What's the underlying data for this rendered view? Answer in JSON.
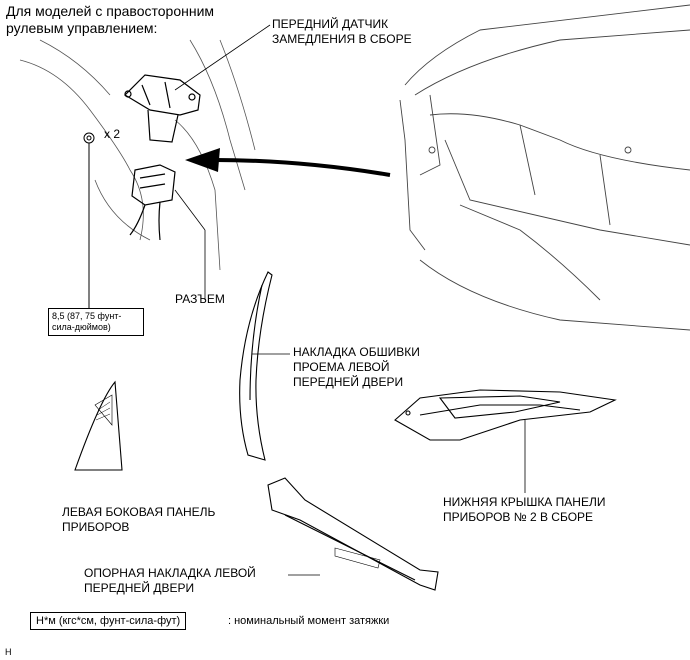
{
  "heading": "Для моделей с правосторонним\nрулевым управлением:",
  "labels": {
    "front_sensor": "ПЕРЕДНИЙ ДАТЧИК\nЗАМЕДЛЕНИЯ В СБОРЕ",
    "qty": "x 2",
    "connector": "РАЗЪЕМ",
    "torque": "8,5 (87, 75 фунт-\nсила-дюймов)",
    "door_opening_trim": "НАКЛАДКА ОБШИВКИ\nПРОЕМА ЛЕВОЙ\nПЕРЕДНЕЙ ДВЕРИ",
    "side_panel": "ЛЕВАЯ БОКОВАЯ ПАНЕЛЬ\nПРИБОРОВ",
    "lower_cover": "НИЖНЯЯ КРЫШКА ПАНЕЛИ\nПРИБОРОВ № 2 В СБОРЕ",
    "scuff_plate": "ОПОРНАЯ НАКЛАДКА ЛЕВОЙ\nПЕРЕДНЕЙ ДВЕРИ"
  },
  "legend": {
    "unit_box": "Н*м (кгс*см, фунт-сила-фут)",
    "description": ": номинальный момент затяжки"
  },
  "code": "H"
}
